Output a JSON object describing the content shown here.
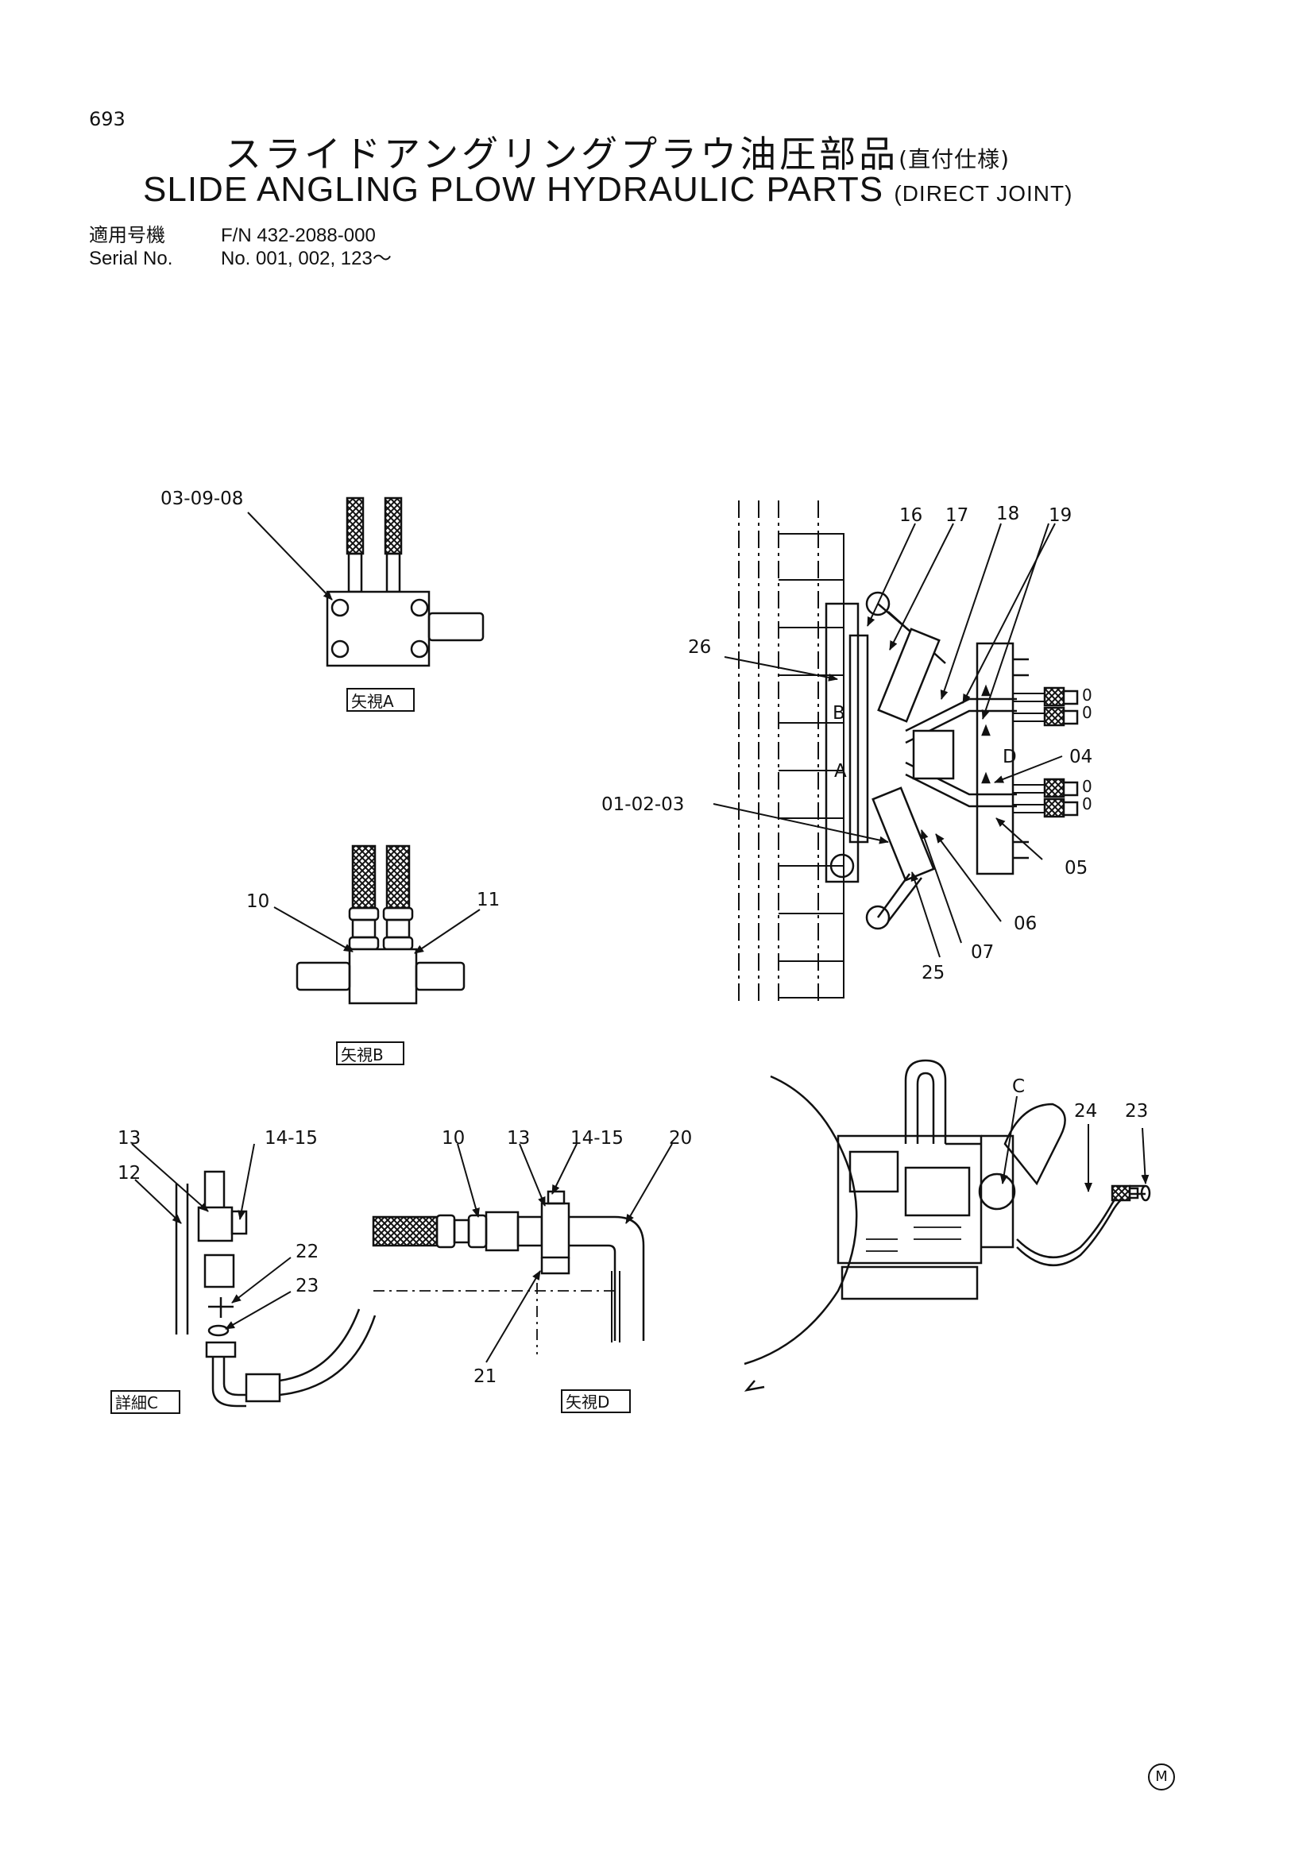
{
  "header": {
    "page_number": "693",
    "title_jp": "スライドアングリングプラウ油圧部品",
    "title_jp_sub": "(直付仕様)",
    "title_en": "SLIDE ANGLING PLOW HYDRAULIC PARTS",
    "title_en_sub": "(DIRECT JOINT)",
    "applicable_label": "適用号機",
    "applicable_value": "F/N 432-2088-000",
    "serial_label": "Serial No.",
    "serial_value": "No. 001, 002, 123～"
  },
  "views": {
    "view_a": "矢視A",
    "view_b": "矢視B",
    "detail_c": "詳細C",
    "view_d": "矢視D"
  },
  "part_labels": {
    "p_03_09_08": "03-09-08",
    "p_10": "10",
    "p_11": "11",
    "p_12": "12",
    "p_13": "13",
    "p_14_15": "14-15",
    "p_16": "16",
    "p_17": "17",
    "p_18": "18",
    "p_19": "19",
    "p_20": "20",
    "p_21": "21",
    "p_22": "22",
    "p_23": "23",
    "p_24": "24",
    "p_25": "25",
    "p_26": "26",
    "p_01_02_03": "01-02-03",
    "p_04": "04",
    "p_05": "05",
    "p_06": "06",
    "p_07": "07"
  },
  "callouts": {
    "a": "A",
    "b": "B",
    "c": "C",
    "d": "D",
    "zero": "0"
  },
  "mark": "M"
}
